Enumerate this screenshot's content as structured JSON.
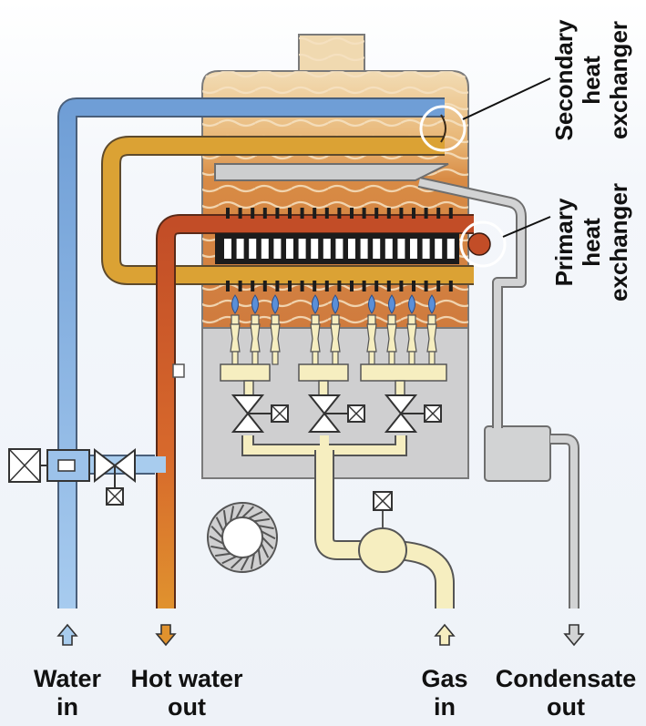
{
  "labels": {
    "water_in": [
      "Water",
      "in"
    ],
    "hot_water_out": [
      "Hot water",
      "out"
    ],
    "gas_in": [
      "Gas",
      "in"
    ],
    "condensate_out": [
      "Condensate",
      "out"
    ],
    "secondary_heat_exchanger": [
      "Secondary",
      "heat",
      "exchanger"
    ],
    "primary_heat_exchanger": [
      "Primary",
      "heat",
      "exchanger"
    ]
  },
  "colors": {
    "cold_water": "#7aa9dc",
    "hot_water": "#c8562c",
    "heating_loop": "#dba234",
    "gas": "#f6eec0",
    "condensate": "#c9cacb",
    "housing_top": "#efd3a8",
    "housing_middle": "#d78a46",
    "housing_bottom": "#cfcfd0"
  }
}
